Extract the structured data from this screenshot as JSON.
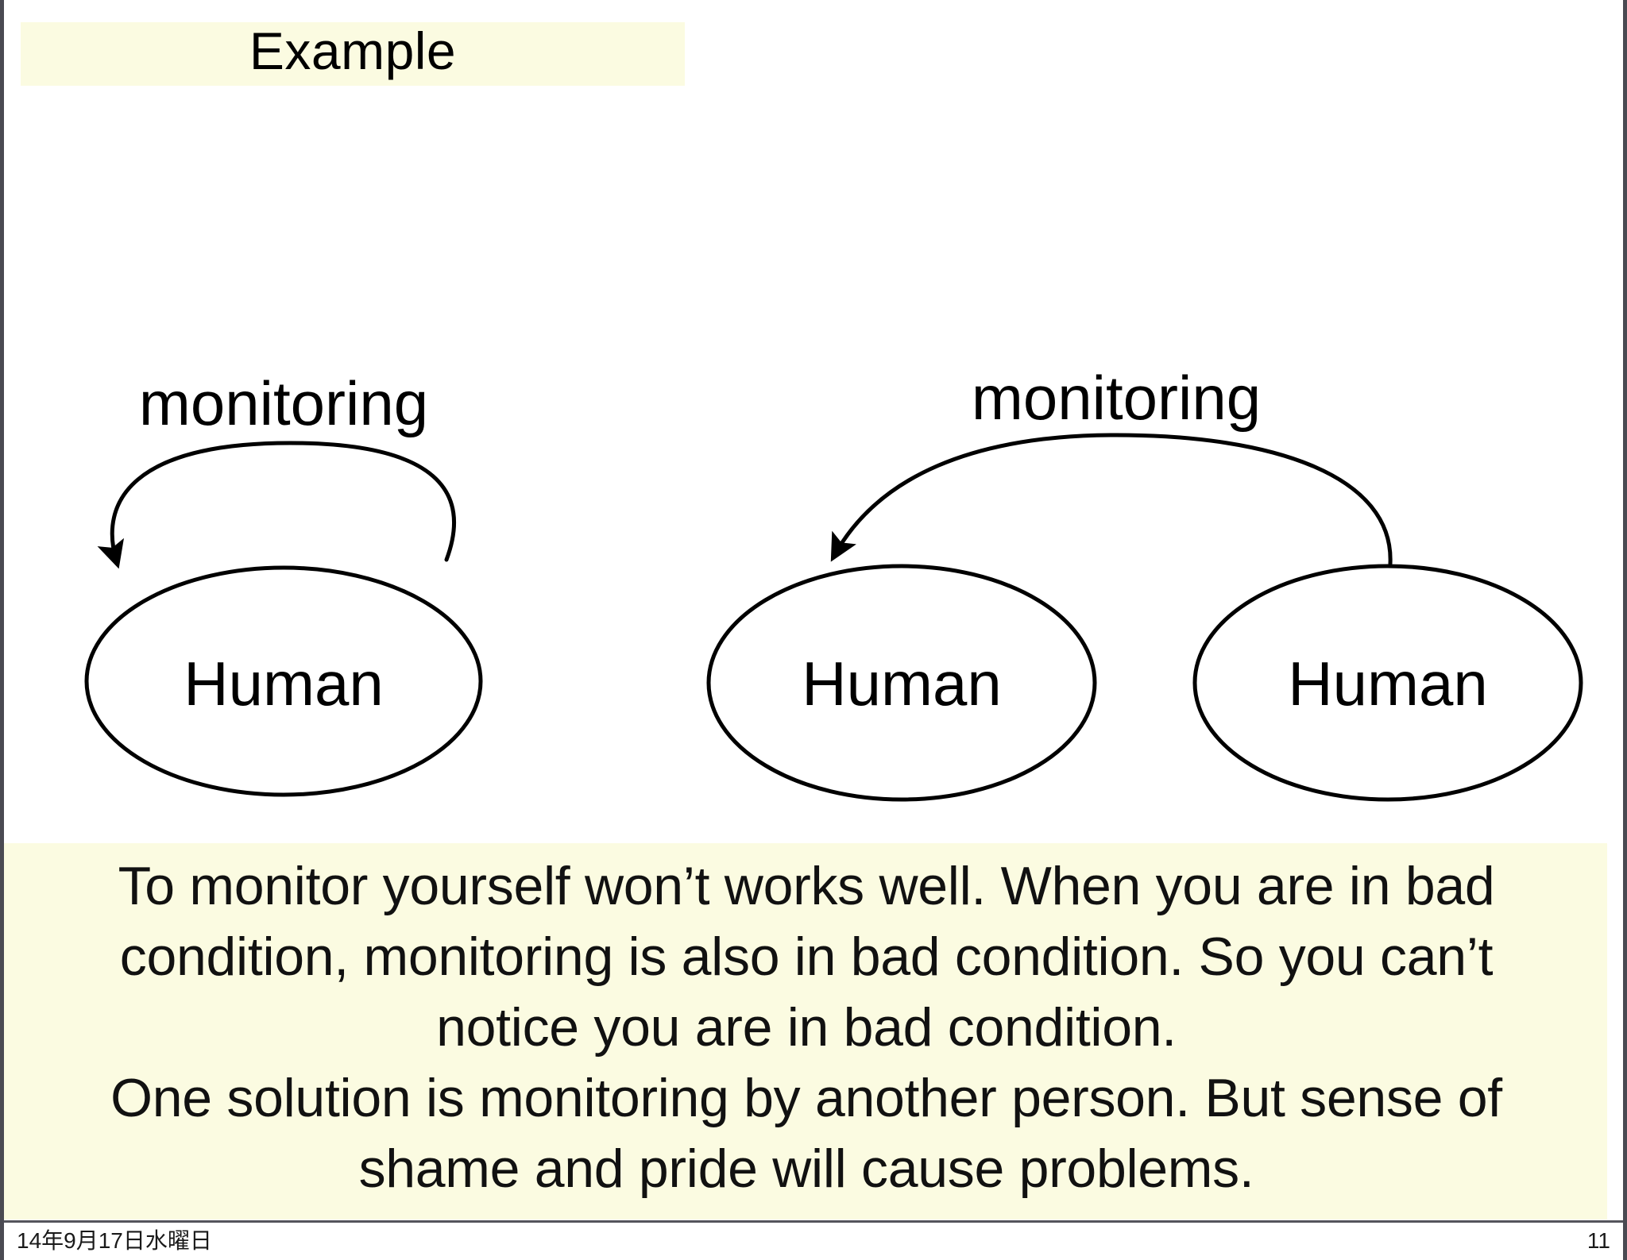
{
  "slide": {
    "title": "Example",
    "page_number": "11",
    "date": "14年9月17日水曜日",
    "accent_cream": "#FBFBE1",
    "ink": "#000000"
  },
  "diagram": {
    "left_group": {
      "label": "monitoring",
      "node_label": "Human"
    },
    "right_group": {
      "label": "monitoring",
      "node_a_label": "Human",
      "node_b_label": "Human"
    }
  },
  "body": {
    "lines": [
      "To monitor yourself won’t works well. When you are in bad",
      "condition, monitoring is also in bad condition. So you can’t",
      "notice you are in bad condition.",
      "One solution is monitoring by another person. But sense of",
      "shame and pride will cause problems."
    ]
  }
}
